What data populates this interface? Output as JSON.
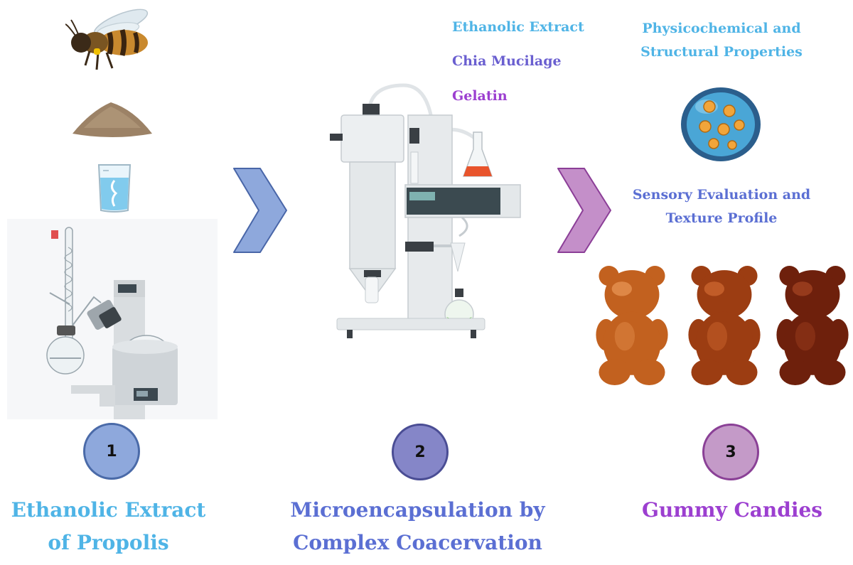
{
  "colors": {
    "step1": "#4fb4e6",
    "step2": "#5b6fd3",
    "step3": "#9c3fd0",
    "chia": "#6a5fd0",
    "arrow1": "#8ea8dc",
    "arrow2": "#c48fc9"
  },
  "steps": [
    {
      "number": "1",
      "title_line1": "Ethanolic Extract",
      "title_line2": "of Propolis"
    },
    {
      "number": "2",
      "title_line1": "Microencapsulation by",
      "title_line2": "Complex Coacervation"
    },
    {
      "number": "3",
      "title_line1": "Gummy Candies",
      "title_line2": ""
    }
  ],
  "ingredients": {
    "extract": "Ethanolic Extract",
    "mucilage": "Chia Mucilage",
    "gelatin": "Gelatin"
  },
  "analyses": {
    "physico_line1": "Physicochemical and",
    "physico_line2": "Structural Properties",
    "sensory_line1": "Sensory Evaluation and",
    "sensory_line2": "Texture Profile"
  },
  "icons": {
    "bee": "bee-icon",
    "powder": "propolis-powder-icon",
    "beaker": "solvent-beaker-icon",
    "rotavap": "rotary-evaporator-icon",
    "spray_dryer": "spray-dryer-icon",
    "microcapsule": "microcapsule-icon",
    "gummy": "gummy-bear-icon"
  }
}
